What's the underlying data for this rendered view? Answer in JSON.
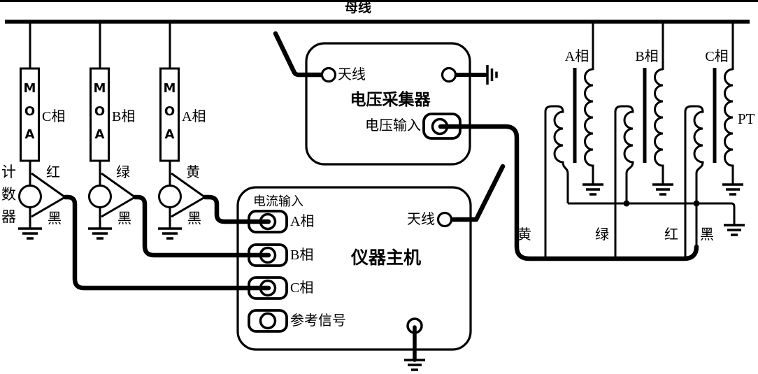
{
  "busbar": {
    "label": "母线"
  },
  "arresters": {
    "counter_label": "计数器",
    "units": [
      {
        "device": "MOA",
        "phase": "C相",
        "top_wire": "红",
        "bottom_wire": "黑"
      },
      {
        "device": "MOA",
        "phase": "B相",
        "top_wire": "绿",
        "bottom_wire": "黑"
      },
      {
        "device": "MOA",
        "phase": "A相",
        "top_wire": "黄",
        "bottom_wire": "黑"
      }
    ]
  },
  "voltage_collector": {
    "title": "电压采集器",
    "antenna": "天线",
    "voltage_input": "电压输入"
  },
  "main_unit": {
    "title": "仪器主机",
    "current_input": "电流输入",
    "terminals": [
      {
        "label": "A相"
      },
      {
        "label": "B相"
      },
      {
        "label": "C相"
      },
      {
        "label": "参考信号"
      }
    ],
    "antenna": "天线"
  },
  "pt_bank": {
    "label": "PT",
    "phases": [
      {
        "label": "A相"
      },
      {
        "label": "B相"
      },
      {
        "label": "C相"
      }
    ],
    "wires": [
      {
        "label": "黄"
      },
      {
        "label": "绿"
      },
      {
        "label": "红"
      },
      {
        "label": "黑"
      }
    ]
  },
  "colors": {
    "ink": "#000000",
    "paper": "#ffffff"
  }
}
